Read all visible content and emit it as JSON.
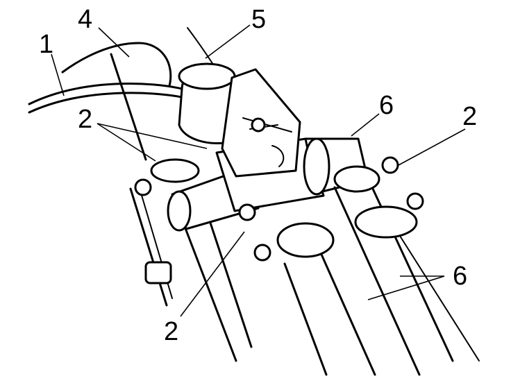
{
  "callouts": {
    "c1": "1",
    "c4": "4",
    "c5": "5",
    "c2_top_left": "2",
    "c2_top_right": "2",
    "c2_bottom": "2",
    "c6_top": "6",
    "c6_bottom": "6"
  }
}
